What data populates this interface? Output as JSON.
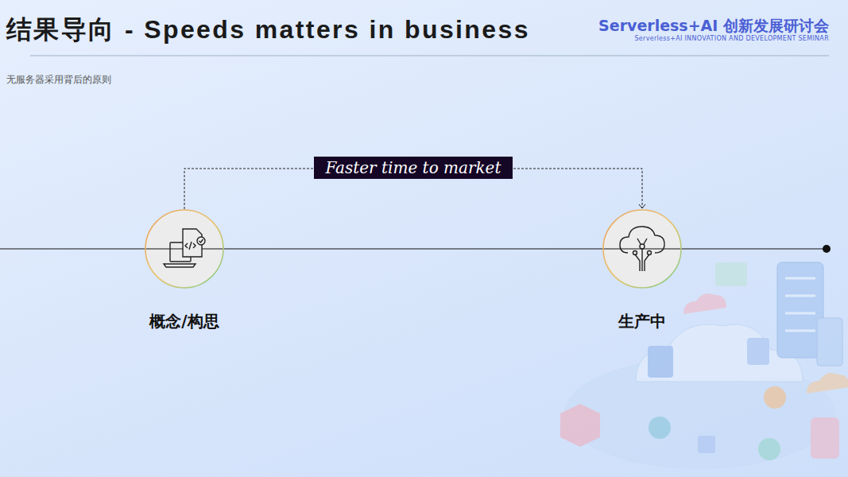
{
  "diagram": {
    "title": "结果导向 - Speeds matters in business",
    "nodes": [
      {
        "text": [
          "概念/构思"
        ]
      },
      {
        "text": [
          "生产中"
        ]
      }
    ],
    "edges": [
      {
        "from": 0,
        "to": 1,
        "arrow": "to",
        "label": "Faster time to market"
      }
    ],
    "labels": [
      "Serverless+AI 创新发展研讨会",
      "Serverless+AI INNOVATION AND DEVELOPMENT SEMINAR",
      "无服务器采用背后的原则"
    ]
  }
}
